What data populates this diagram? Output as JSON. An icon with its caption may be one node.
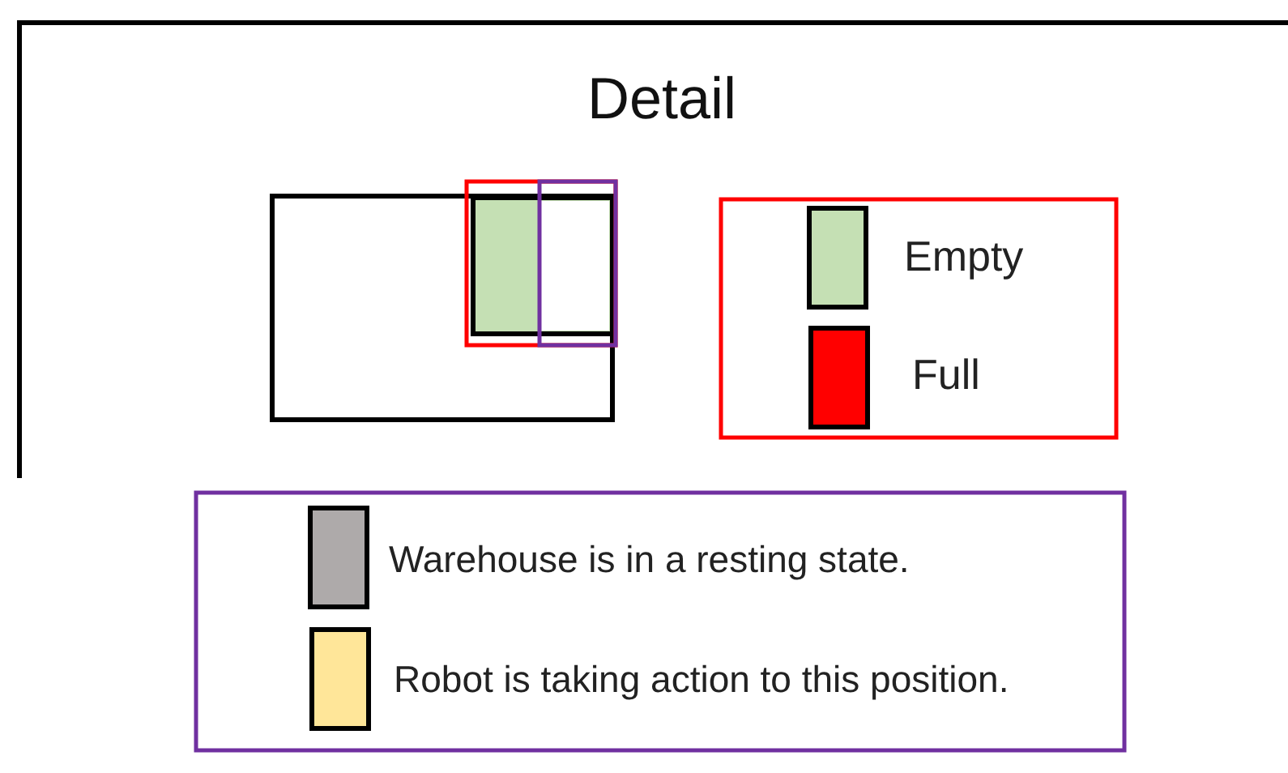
{
  "diagram": {
    "title": "Detail",
    "legend": [
      {
        "text": "Empty",
        "color": "#c5e0b4"
      },
      {
        "text": "Full",
        "color": "#ff0000"
      },
      {
        "text": "Warehouse is in a resting state.",
        "color": "#aeaaaa"
      },
      {
        "text": "Robot is taking action to this position.",
        "color": "#ffe699"
      }
    ]
  }
}
